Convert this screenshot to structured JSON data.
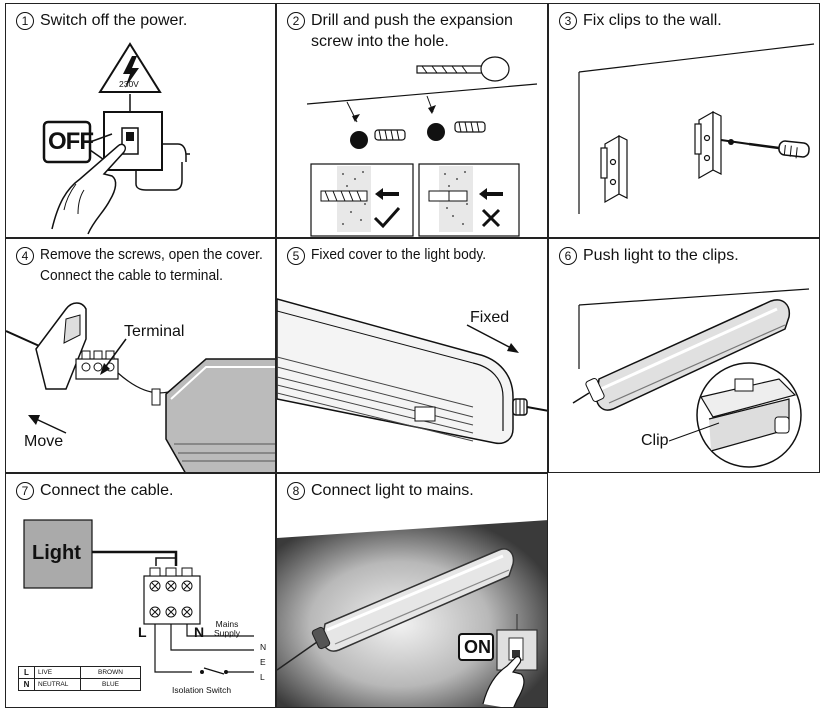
{
  "steps": [
    {
      "num": "1",
      "caption": "Switch off the power."
    },
    {
      "num": "2",
      "caption": "Drill and push the expansion\nscrew into the hole."
    },
    {
      "num": "3",
      "caption": "Fix clips to the wall."
    },
    {
      "num": "4",
      "caption": "Remove the screws, open the cover.\nConnect the cable to terminal."
    },
    {
      "num": "5",
      "caption": "Fixed cover to the light body."
    },
    {
      "num": "6",
      "caption": "Push light to the clips."
    },
    {
      "num": "7",
      "caption": "Connect the cable."
    },
    {
      "num": "8",
      "caption": "Connect light to mains."
    }
  ],
  "labels": {
    "voltage": "230V",
    "off": "OFF",
    "on": "ON",
    "terminal": "Terminal",
    "move": "Move",
    "fixed": "Fixed",
    "clip": "Clip",
    "light": "Light",
    "mains_supply": "Mains\nSupply",
    "n_side": "N",
    "l_side": "L",
    "mains_n": "N",
    "mains_e": "E",
    "mains_l": "L",
    "isolation_switch": "Isolation  Switch"
  },
  "legend": [
    {
      "key": "L",
      "name": "LIVE",
      "color": "BROWN"
    },
    {
      "key": "N",
      "name": "NEUTRAL",
      "color": "BLUE"
    }
  ],
  "icons": [
    "warning-high-voltage-icon",
    "check-icon",
    "cross-icon",
    "arrow-left-icon"
  ]
}
